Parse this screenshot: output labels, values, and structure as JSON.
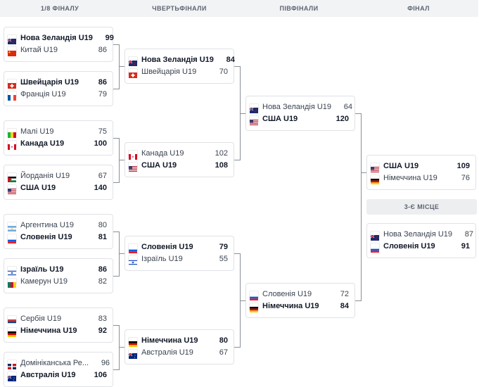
{
  "rounds": [
    "1/8 ФІНАЛУ",
    "ЧВЕРТЬФІНАЛИ",
    "ПІВФІНАЛИ",
    "ФІНАЛ"
  ],
  "third_place_label": "3-Є МІСЦЕ",
  "colors": {
    "line": "#8a9099",
    "header_bg": "#f2f3f5",
    "card_border": "#dfe2e6"
  },
  "round_of_16": [
    {
      "teams": [
        {
          "name": "Нова Зеландія U19",
          "score": "99",
          "flag": "nzl",
          "winner": true
        },
        {
          "name": "Китай U19",
          "score": "86",
          "flag": "chn",
          "winner": false
        }
      ]
    },
    {
      "teams": [
        {
          "name": "Швейцарія U19",
          "score": "86",
          "flag": "sui",
          "winner": true
        },
        {
          "name": "Франція U19",
          "score": "79",
          "flag": "fra",
          "winner": false
        }
      ]
    },
    {
      "teams": [
        {
          "name": "Малі U19",
          "score": "75",
          "flag": "mli",
          "winner": false
        },
        {
          "name": "Канада U19",
          "score": "100",
          "flag": "can",
          "winner": true
        }
      ]
    },
    {
      "teams": [
        {
          "name": "Йорданія U19",
          "score": "67",
          "flag": "jor",
          "winner": false
        },
        {
          "name": "США U19",
          "score": "140",
          "flag": "usa",
          "winner": true
        }
      ]
    },
    {
      "teams": [
        {
          "name": "Аргентина U19",
          "score": "80",
          "flag": "arg",
          "winner": false
        },
        {
          "name": "Словенія U19",
          "score": "81",
          "flag": "slo",
          "winner": true
        }
      ]
    },
    {
      "teams": [
        {
          "name": "Ізраїль U19",
          "score": "86",
          "flag": "isr",
          "winner": true
        },
        {
          "name": "Камерун U19",
          "score": "82",
          "flag": "cmr",
          "winner": false
        }
      ]
    },
    {
      "teams": [
        {
          "name": "Сербія U19",
          "score": "83",
          "flag": "srb",
          "winner": false
        },
        {
          "name": "Німеччина U19",
          "score": "92",
          "flag": "ger",
          "winner": true
        }
      ]
    },
    {
      "teams": [
        {
          "name": "Домініканська Ре...",
          "score": "96",
          "flag": "dom",
          "winner": false
        },
        {
          "name": "Австралія U19",
          "score": "106",
          "flag": "aus",
          "winner": true
        }
      ]
    }
  ],
  "quarterfinals": [
    {
      "teams": [
        {
          "name": "Нова Зеландія U19",
          "score": "84",
          "flag": "nzl",
          "winner": true
        },
        {
          "name": "Швейцарія U19",
          "score": "70",
          "flag": "sui",
          "winner": false
        }
      ]
    },
    {
      "teams": [
        {
          "name": "Канада U19",
          "score": "102",
          "flag": "can",
          "winner": false
        },
        {
          "name": "США U19",
          "score": "108",
          "flag": "usa",
          "winner": true
        }
      ]
    },
    {
      "teams": [
        {
          "name": "Словенія U19",
          "score": "79",
          "flag": "slo",
          "winner": true
        },
        {
          "name": "Ізраїль U19",
          "score": "55",
          "flag": "isr",
          "winner": false
        }
      ]
    },
    {
      "teams": [
        {
          "name": "Німеччина U19",
          "score": "80",
          "flag": "ger",
          "winner": true
        },
        {
          "name": "Австралія U19",
          "score": "67",
          "flag": "aus",
          "winner": false
        }
      ]
    }
  ],
  "semifinals": [
    {
      "teams": [
        {
          "name": "Нова Зеландія U19",
          "score": "64",
          "flag": "nzl",
          "winner": false
        },
        {
          "name": "США U19",
          "score": "120",
          "flag": "usa",
          "winner": true
        }
      ]
    },
    {
      "teams": [
        {
          "name": "Словенія U19",
          "score": "72",
          "flag": "slo",
          "winner": false
        },
        {
          "name": "Німеччина U19",
          "score": "84",
          "flag": "ger",
          "winner": true
        }
      ]
    }
  ],
  "final": [
    {
      "teams": [
        {
          "name": "США U19",
          "score": "109",
          "flag": "usa",
          "winner": true
        },
        {
          "name": "Німеччина U19",
          "score": "76",
          "flag": "ger",
          "winner": false
        }
      ]
    }
  ],
  "third_place": [
    {
      "teams": [
        {
          "name": "Нова Зеландія U19",
          "score": "87",
          "flag": "nzl",
          "winner": false
        },
        {
          "name": "Словенія U19",
          "score": "91",
          "flag": "slo",
          "winner": true
        }
      ]
    }
  ]
}
